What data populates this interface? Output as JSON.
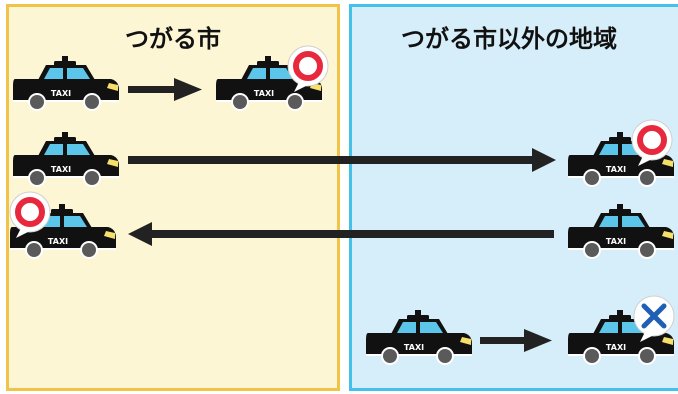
{
  "regions": {
    "tsugaru": {
      "title": "つがる市"
    },
    "outside": {
      "title": "つがる市以外の地域"
    }
  },
  "taxi_label": "TAXI",
  "trips": [
    {
      "from": "つがる市",
      "to": "つがる市",
      "result": "ok"
    },
    {
      "from": "つがる市",
      "to": "つがる市以外の地域",
      "result": "ok"
    },
    {
      "from": "つがる市以外の地域",
      "to": "つがる市",
      "result": "ok"
    },
    {
      "from": "つがる市以外の地域",
      "to": "つがる市以外の地域",
      "result": "not-allowed"
    }
  ],
  "colors": {
    "tsugaru_fill": "#fdf6d4",
    "tsugaru_border": "#f0c44a",
    "outside_fill": "#d6eef9",
    "outside_border": "#45c0e8",
    "ok_mark": "#e8283c",
    "ng_mark": "#1f5fb5",
    "taxi_body": "#111111",
    "taxi_window": "#5bc6ea",
    "taxi_light": "#f6e06a"
  },
  "icons": {
    "ok": "circle-mark-icon",
    "ng": "cross-mark-icon"
  }
}
